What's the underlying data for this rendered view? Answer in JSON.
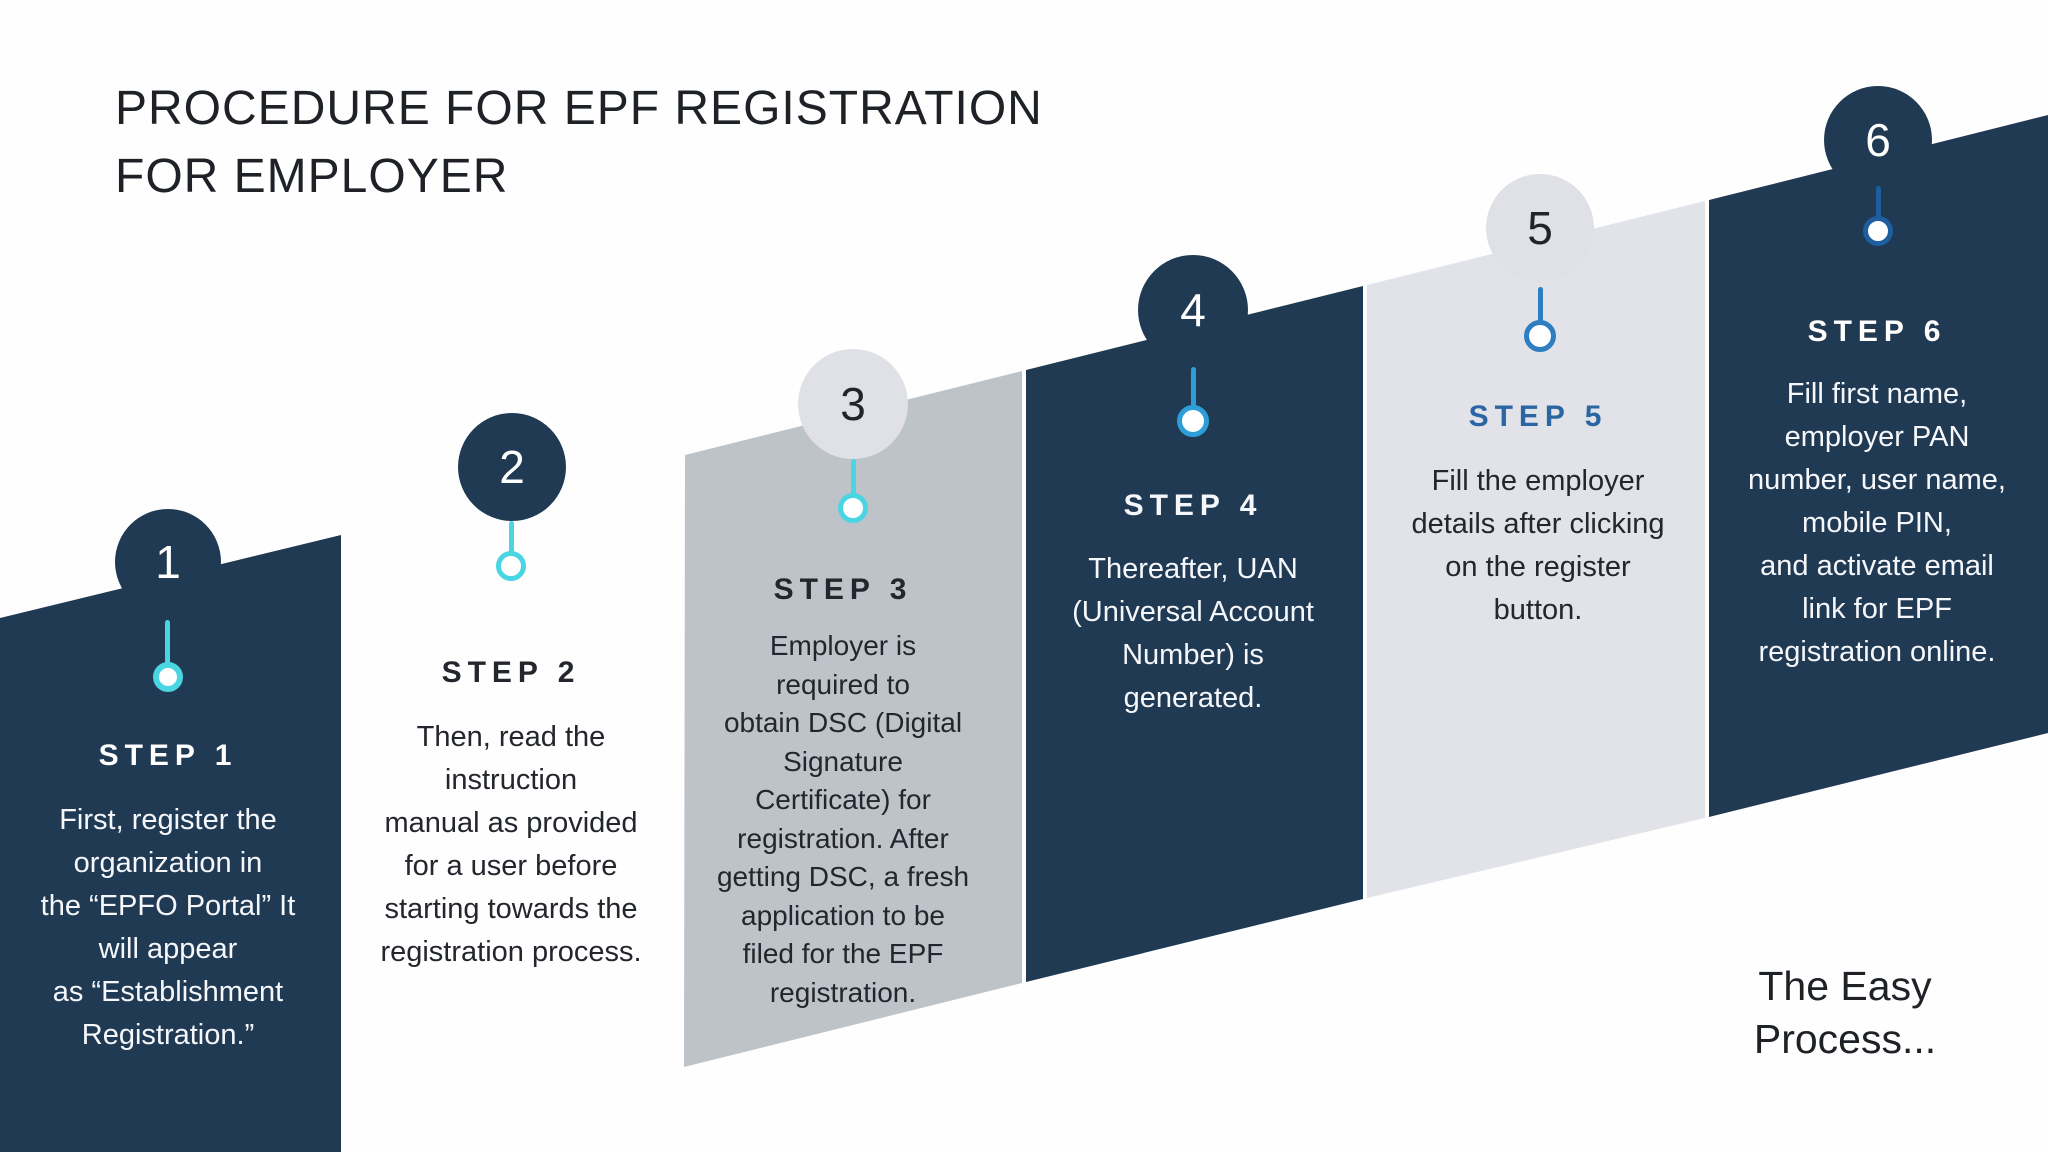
{
  "title": {
    "line1": "PROCEDURE FOR EPF REGISTRATION",
    "line2": "FOR EMPLOYER"
  },
  "footer": {
    "line1": "The Easy",
    "line2": "Process..."
  },
  "colors": {
    "navy": "#213A54",
    "gray_panel": "#BEC3CA",
    "light_panel": "#E1E3E9",
    "light_circle": "#DFE1E7",
    "cyan": "#4AD5E2",
    "blue_mid": "#2D9ED8",
    "blue_steel": "#2E7EC2",
    "blue_dark": "#1E5D9E",
    "white_text": "#F5F7FA",
    "dark_text": "#23262C",
    "heading_blue": "#2B66A3",
    "title_text": "#1E2126",
    "number_dark": "#20242B",
    "white": "#FFFFFF"
  },
  "steps": [
    {
      "number": "1",
      "label": "STEP 1",
      "lines": [
        "First, register the",
        "organization in",
        "the “EPFO Portal” It",
        "will appear",
        "as “Establishment",
        "Registration.”"
      ]
    },
    {
      "number": "2",
      "label": "STEP 2",
      "lines": [
        "Then, read the",
        "instruction",
        "manual as provided",
        "for a user before",
        "starting towards the",
        "registration process."
      ]
    },
    {
      "number": "3",
      "label": "STEP 3",
      "lines": [
        "Employer is",
        "required to",
        "obtain DSC (Digital",
        "Signature",
        "Certificate) for",
        "registration. After",
        "getting DSC, a fresh",
        "application to be",
        "filed for the EPF",
        "registration."
      ]
    },
    {
      "number": "4",
      "label": "STEP 4",
      "lines": [
        "Thereafter, UAN",
        "(Universal Account",
        "Number) is",
        "generated."
      ]
    },
    {
      "number": "5",
      "label": "STEP 5",
      "lines": [
        "Fill the employer",
        "details after clicking",
        "on the register",
        "button."
      ]
    },
    {
      "number": "6",
      "label": "STEP 6",
      "lines": [
        "Fill first name,",
        "employer PAN",
        "number, user name,",
        "mobile PIN,",
        "and activate email",
        "link for EPF",
        "registration online."
      ]
    }
  ]
}
